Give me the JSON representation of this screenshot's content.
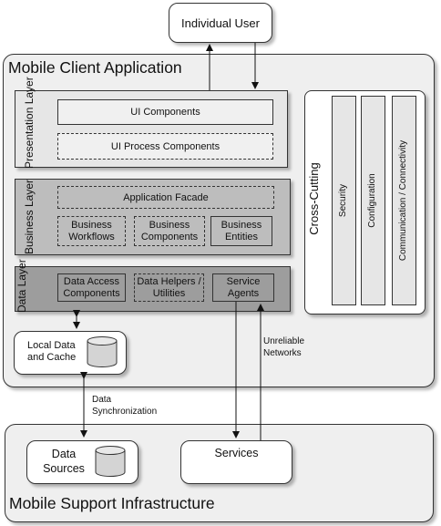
{
  "individual_user": "Individual User",
  "mobile_client_title": "Mobile Client Application",
  "mobile_support_title": "Mobile Support Infrastructure",
  "presentation_layer": {
    "title": "Presentation Layer",
    "ui_components": "UI Components",
    "ui_process_components": "UI Process Components"
  },
  "business_layer": {
    "title": "Business Layer",
    "application_facade": "Application Facade",
    "business_workflows": "Business Workflows",
    "business_components": "Business Components",
    "business_entities": "Business Entities"
  },
  "data_layer": {
    "title": "Data Layer",
    "data_access_components": "Data Access Components",
    "data_helpers_utilities": "Data Helpers / Utilities",
    "service_agents": "Service Agents"
  },
  "cross_cutting": {
    "title": "Cross-Cutting",
    "security": "Security",
    "configuration": "Configuration",
    "communication_connectivity": "Communication / Connectivity"
  },
  "local_data_and_cache": "Local Data and Cache",
  "data_sources": "Data Sources",
  "services": "Services",
  "data_synchronization": "Data Synchronization",
  "unreliable_networks": "Unreliable Networks",
  "colors": {
    "mobile_client_fill": "#efefef",
    "presentation_fill": "#e6e6e6",
    "business_fill": "#bdbdbd",
    "data_fill": "#9d9d9d",
    "component_fill": "#f0f0f0",
    "border": "#333333"
  }
}
